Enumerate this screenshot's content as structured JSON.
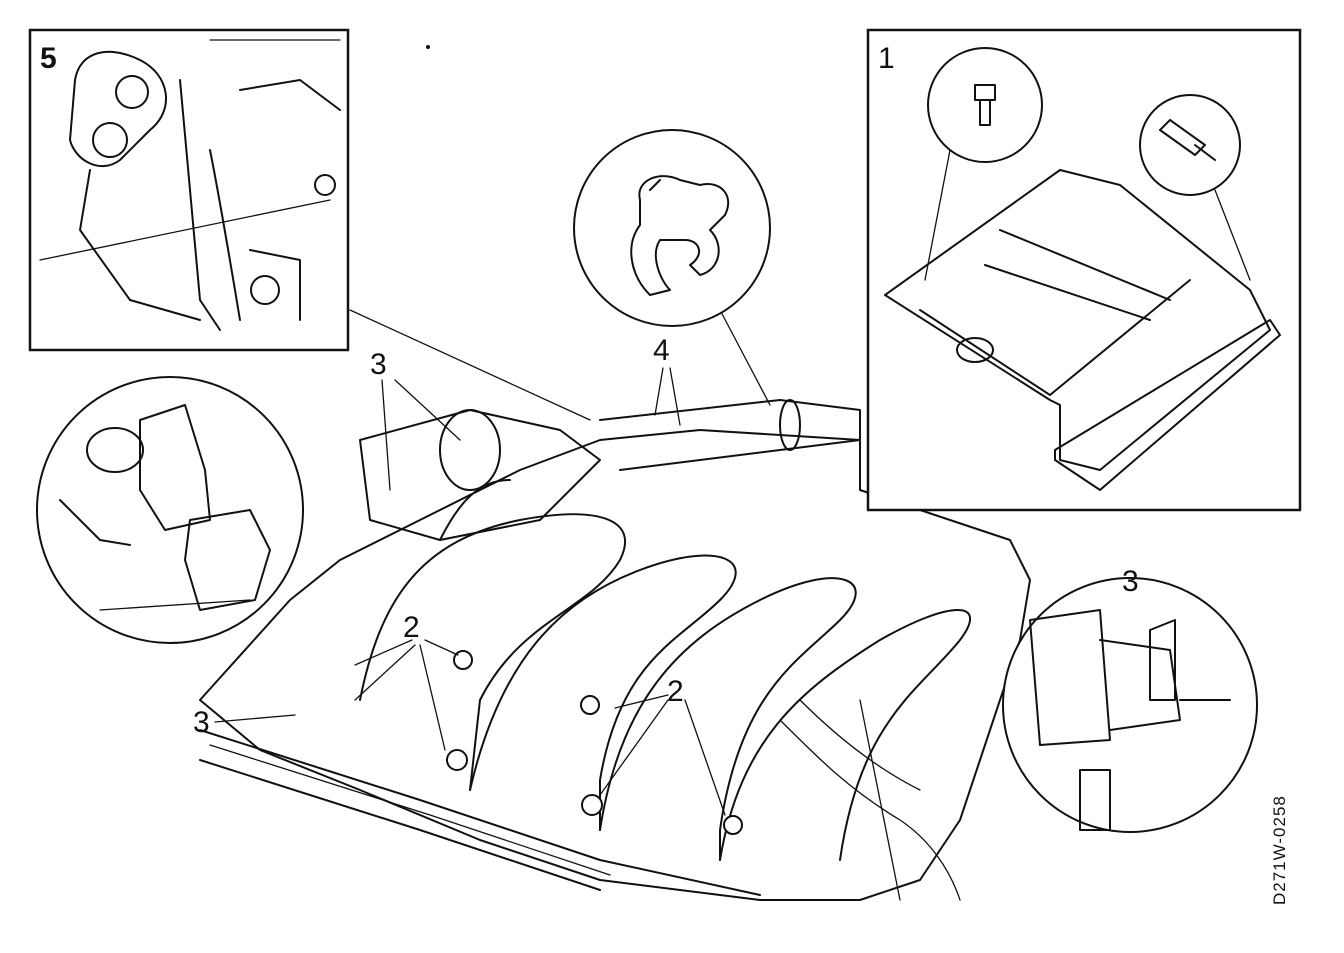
{
  "diagram": {
    "callouts": {
      "inset_5": "5",
      "inset_1": "1",
      "ref_4": "4",
      "ref_3_top": "3",
      "ref_3_left": "3",
      "ref_3_right": "3",
      "ref_2_left": "2",
      "ref_2_right": "2"
    },
    "figure_code": "D271W-0258"
  }
}
